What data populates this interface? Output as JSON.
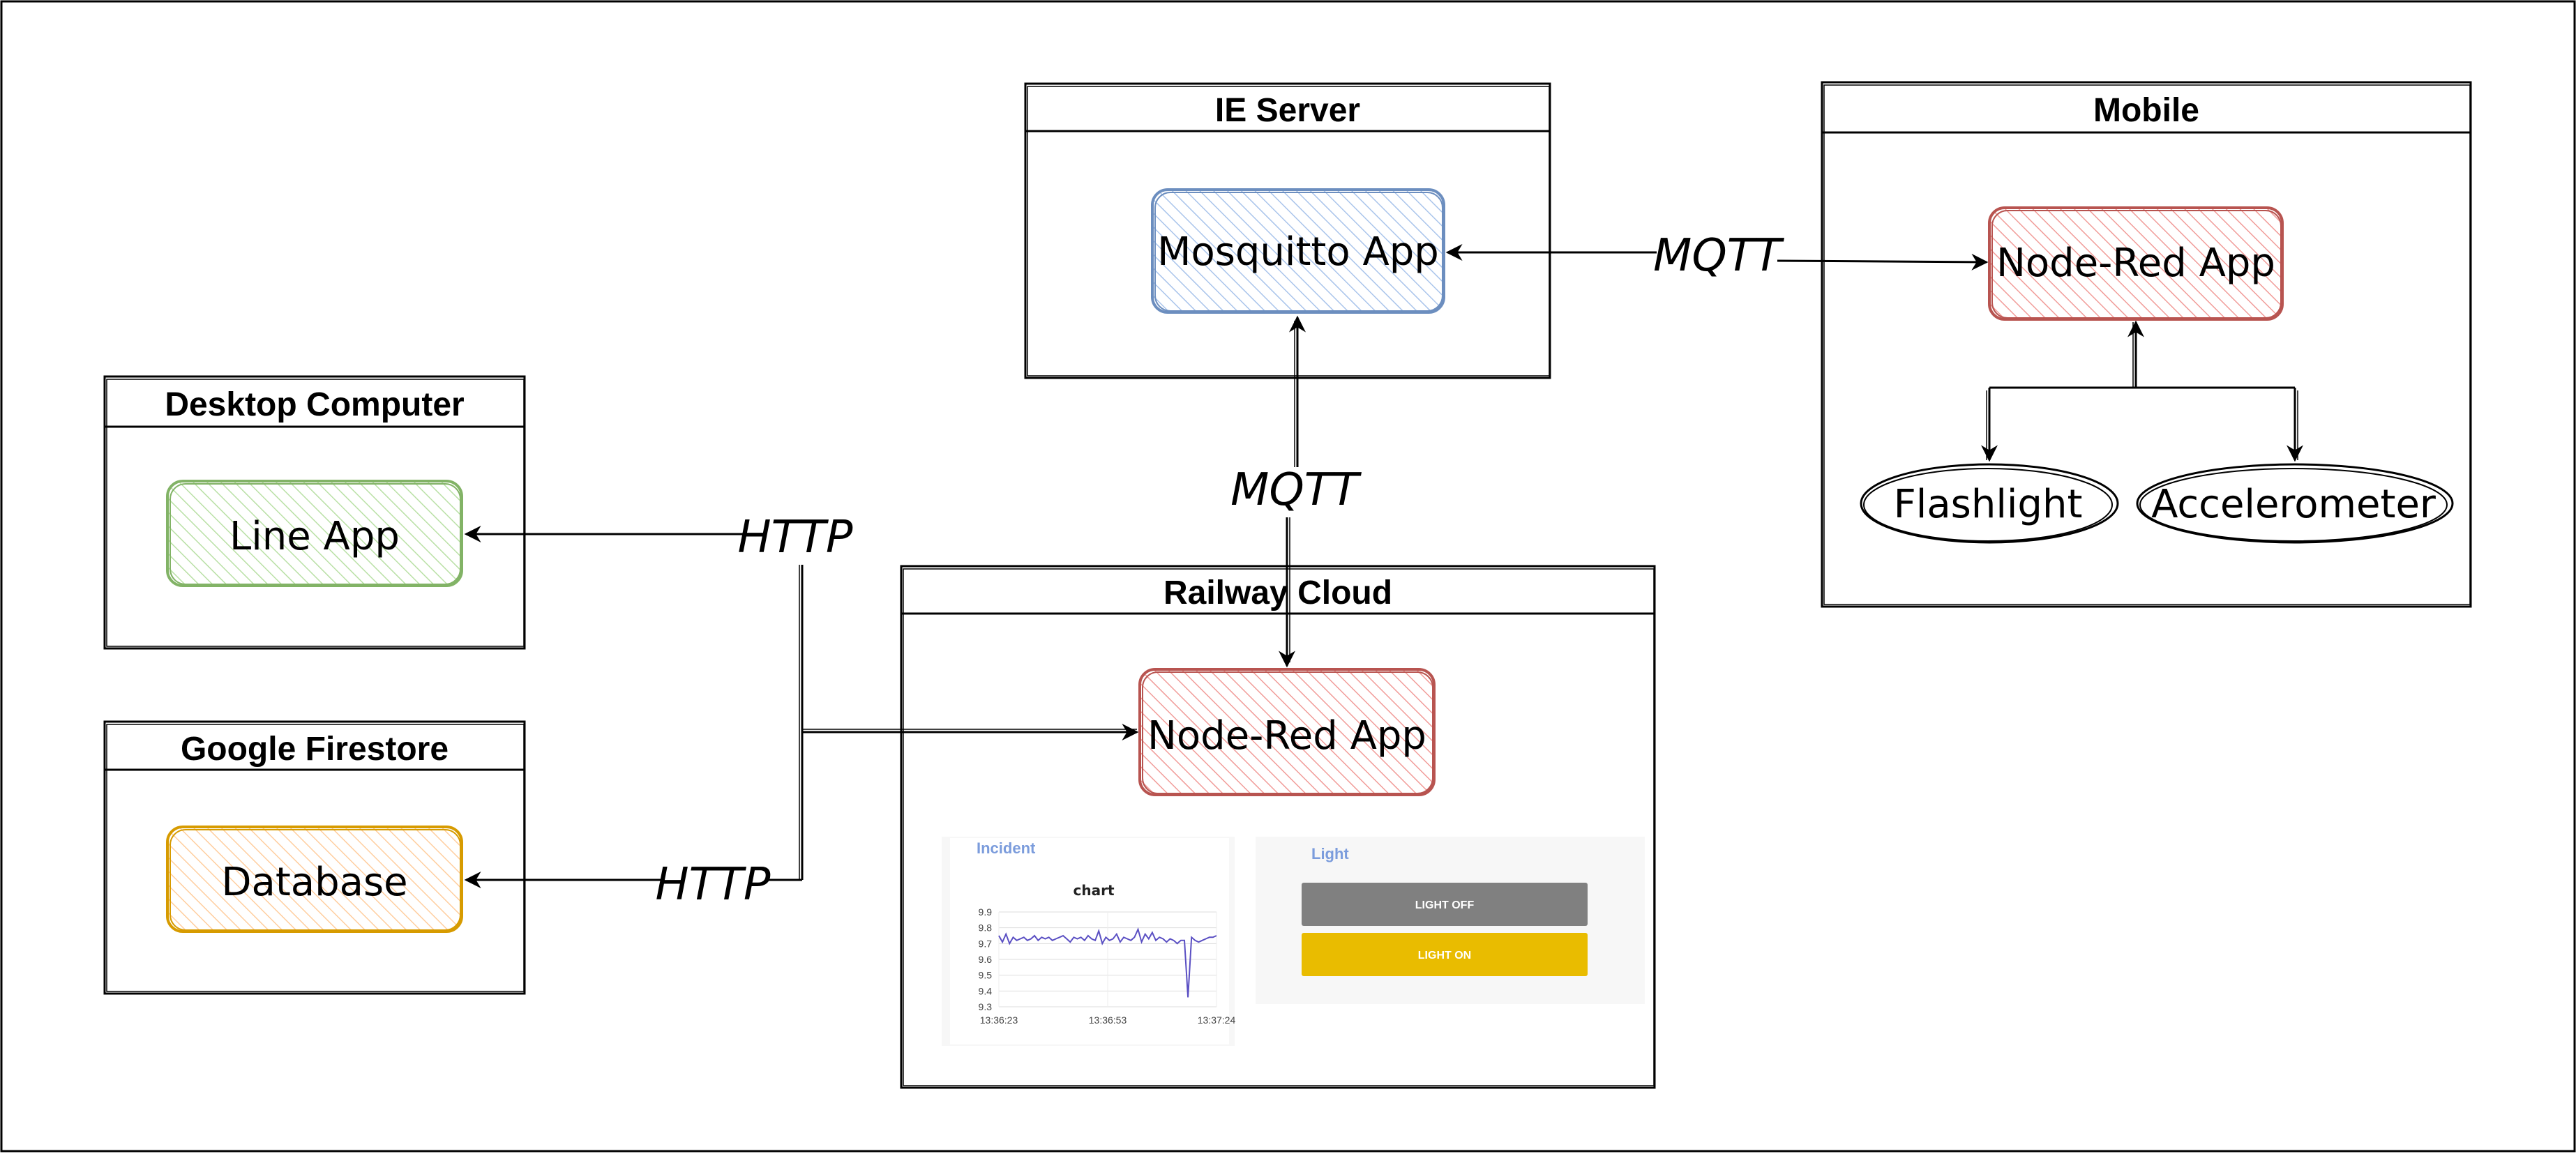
{
  "colors": {
    "blue_stroke": "#6c8ebf",
    "blue_hatch": "#a9c4eb",
    "red_stroke": "#b85450",
    "red_hatch": "#f19c99",
    "green_stroke": "#82b366",
    "green_hatch": "#b9e0a5",
    "orange_stroke": "#d79b00",
    "orange_hatch": "#ffce9f",
    "light_off": "#808080",
    "light_on": "#e9bc00",
    "card_title": "#7b9cdc",
    "chart_line": "#5a4fc3"
  },
  "containers": {
    "ie_server": {
      "title": "IE Server"
    },
    "mobile": {
      "title": "Mobile"
    },
    "desktop": {
      "title": "Desktop Computer"
    },
    "firestore": {
      "title": "Google Firestore"
    },
    "railway": {
      "title": "Railway Cloud"
    }
  },
  "nodes": {
    "mosquitto": "Mosquitto App",
    "node_red_mobile": "Node-Red App",
    "flashlight": "Flashlight",
    "accelerometer": "Accelerometer",
    "line_app": "Line App",
    "database": "Database",
    "node_red_cloud": "Node-Red App"
  },
  "edges": {
    "mqtt_mobile": "MQTT",
    "mqtt_cloud": "MQTT",
    "http_line": "HTTP",
    "http_db": "HTTP"
  },
  "dashboard": {
    "incident_title": "Incident",
    "chart_title": "chart",
    "light_title": "Light",
    "light_off_label": "LIGHT OFF",
    "light_on_label": "LIGHT ON"
  },
  "chart_data": {
    "type": "line",
    "title": "chart",
    "xlabel": "",
    "ylabel": "",
    "ylim": [
      9.3,
      9.9
    ],
    "y_ticks": [
      "9.9",
      "9.8",
      "9.7",
      "9.6",
      "9.5",
      "9.4",
      "9.3"
    ],
    "x_ticks": [
      "13:36:23",
      "13:36:53",
      "13:37:24"
    ],
    "x": [
      0,
      1,
      2,
      3,
      4,
      5,
      6,
      7,
      8,
      9,
      10,
      11,
      12,
      13,
      14,
      15,
      16,
      17,
      18,
      19,
      20,
      21,
      22,
      23,
      24,
      25,
      26,
      27,
      28,
      29,
      30,
      31,
      32,
      33,
      34,
      35,
      36,
      37,
      38,
      39,
      40,
      41,
      42,
      43,
      44,
      45,
      46,
      47,
      48,
      49,
      50,
      51,
      52,
      53,
      54,
      55,
      56,
      57,
      58,
      59,
      60,
      61
    ],
    "series": [
      {
        "values": [
          9.75,
          9.71,
          9.76,
          9.7,
          9.74,
          9.72,
          9.73,
          9.74,
          9.72,
          9.73,
          9.75,
          9.72,
          9.74,
          9.73,
          9.74,
          9.72,
          9.73,
          9.74,
          9.75,
          9.73,
          9.71,
          9.74,
          9.73,
          9.74,
          9.72,
          9.75,
          9.73,
          9.72,
          9.78,
          9.7,
          9.74,
          9.72,
          9.73,
          9.76,
          9.71,
          9.74,
          9.73,
          9.72,
          9.74,
          9.79,
          9.71,
          9.76,
          9.73,
          9.77,
          9.72,
          9.74,
          9.73,
          9.71,
          9.73,
          9.72,
          9.7,
          9.72,
          9.72,
          9.36,
          9.74,
          9.72,
          9.71,
          9.72,
          9.73,
          9.74,
          9.74,
          9.75
        ]
      }
    ]
  }
}
